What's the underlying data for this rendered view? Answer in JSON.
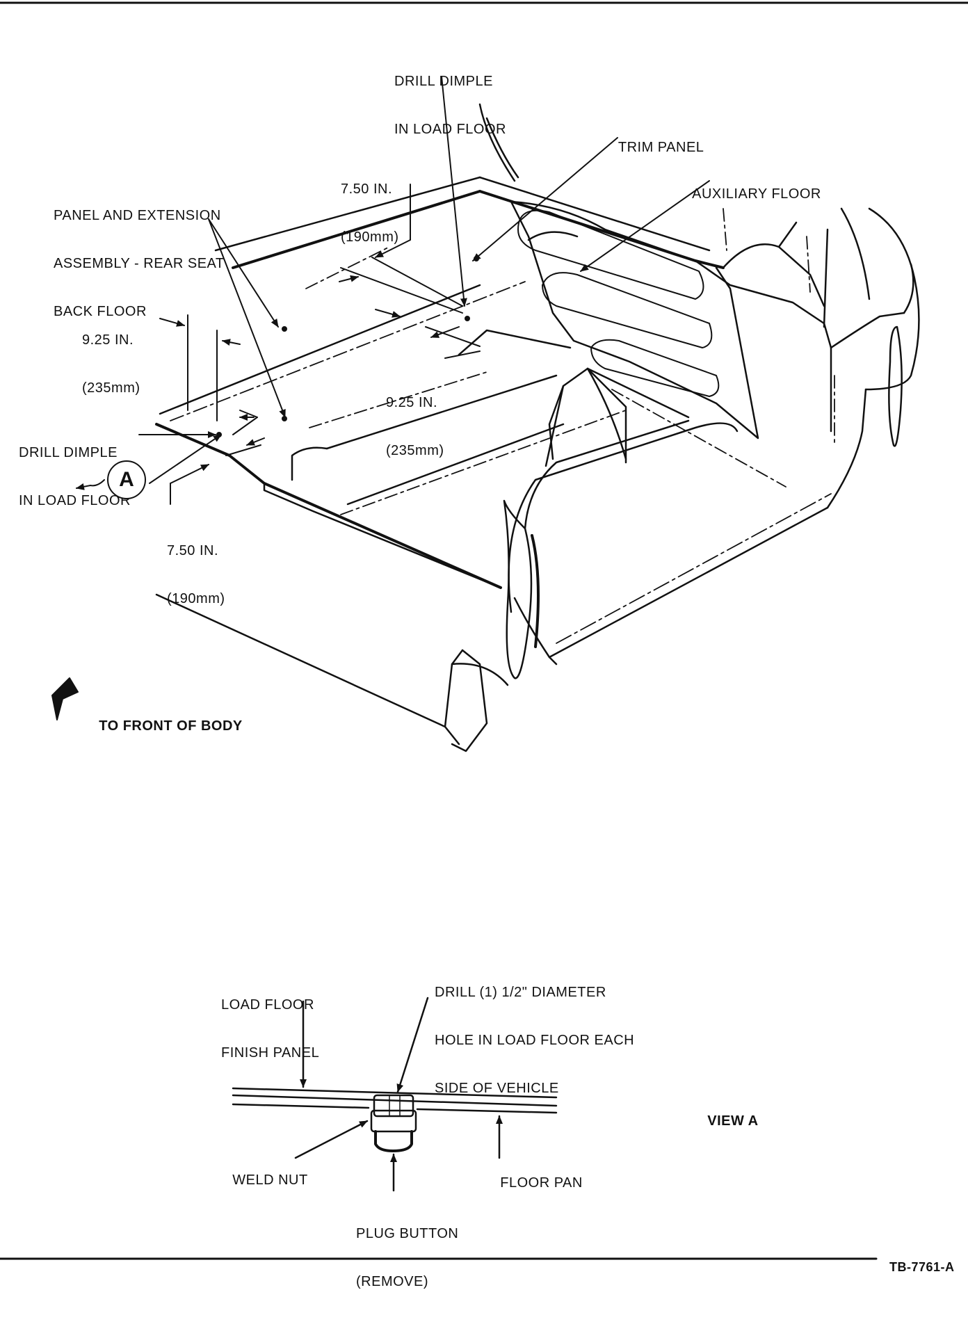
{
  "labels": {
    "drill_dimple_top": [
      "DRILL DIMPLE",
      "IN LOAD FLOOR"
    ],
    "trim_panel": "TRIM PANEL",
    "auxiliary_floor": "AUXILIARY FLOOR",
    "dim_750_top": [
      "7.50 IN.",
      "(190mm)"
    ],
    "panel_extension": [
      "PANEL AND EXTENSION",
      "ASSEMBLY - REAR SEAT",
      "BACK FLOOR"
    ],
    "dim_925_left": [
      "9.25 IN.",
      "(235mm)"
    ],
    "dim_925_mid": [
      "9.25 IN.",
      "(235mm)"
    ],
    "drill_dimple_left": [
      "DRILL DIMPLE",
      "IN LOAD FLOOR"
    ],
    "callout_a": "A",
    "dim_750_bottom": [
      "7.50 IN.",
      "(190mm)"
    ],
    "to_front": "TO FRONT OF BODY",
    "load_floor_finish": [
      "LOAD FLOOR",
      "FINISH PANEL"
    ],
    "drill_hole": [
      "DRILL (1) 1/2\" DIAMETER",
      "HOLE IN LOAD FLOOR EACH",
      "SIDE OF VEHICLE"
    ],
    "view_a": "VIEW A",
    "weld_nut": "WELD NUT",
    "floor_pan": "FLOOR PAN",
    "plug_button": [
      "PLUG BUTTON",
      "(REMOVE)"
    ],
    "figure_id": "TB-7761-A"
  }
}
